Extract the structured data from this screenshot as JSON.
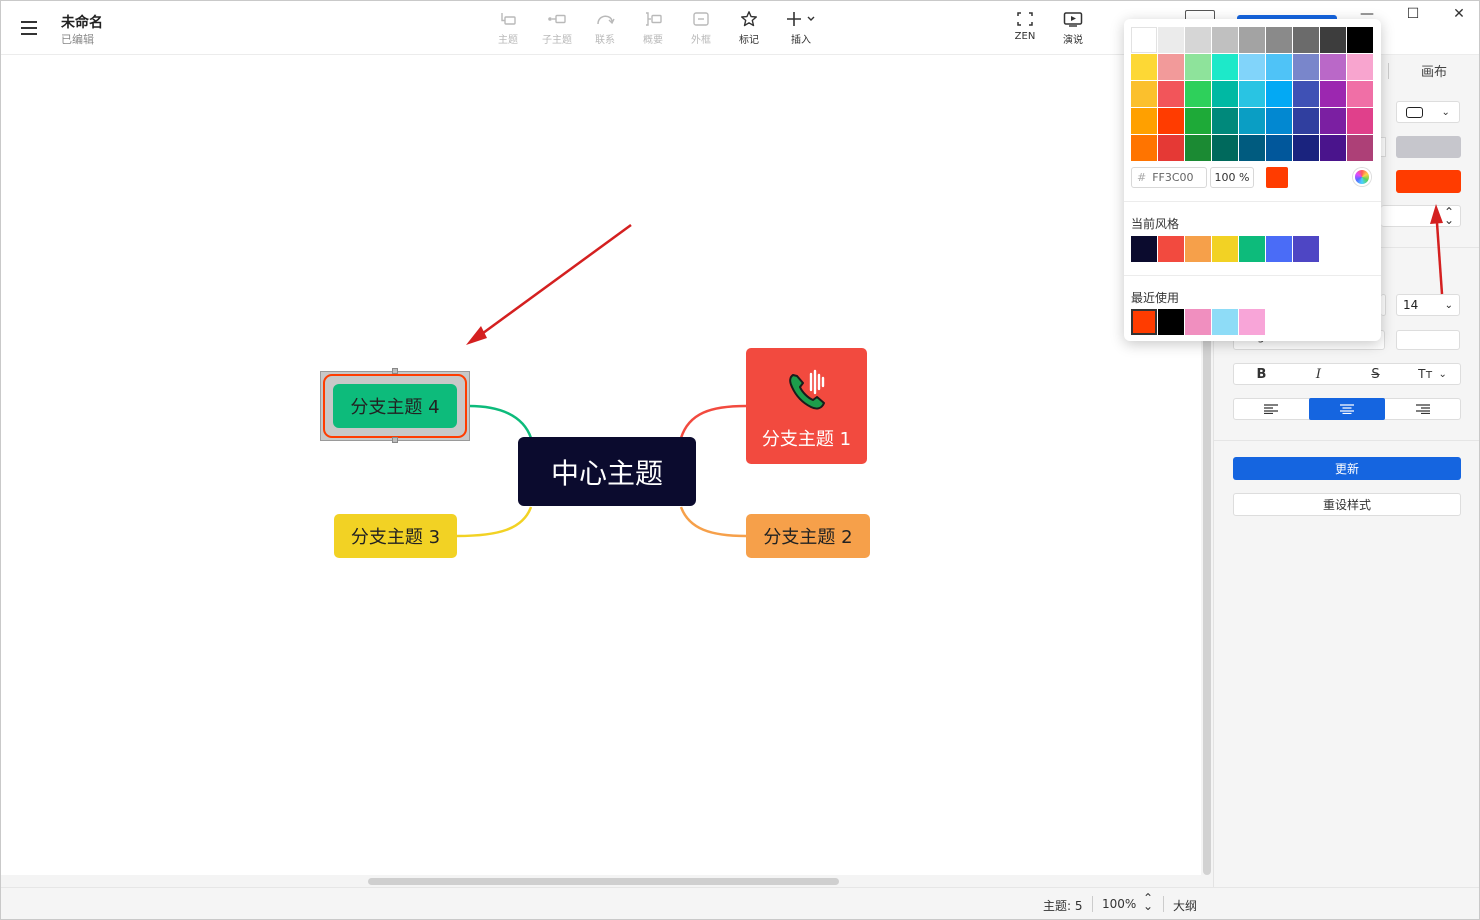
{
  "window": {
    "doc_title": "未命名",
    "doc_status": "已编辑",
    "minimize": "—",
    "maximize": "☐",
    "close": "✕"
  },
  "toolbar": {
    "topic": "主题",
    "subtopic": "子主题",
    "relationship": "联系",
    "summary": "概要",
    "boundary": "外框",
    "marker": "标记",
    "insert": "插入",
    "zen": "ZEN",
    "present": "演说"
  },
  "canvas": {
    "central_topic": "中心主题",
    "branch_1": "分支主题 1",
    "branch_2": "分支主题 2",
    "branch_3": "分支主题 3",
    "branch_4": "分支主题 4",
    "colors": {
      "central": "#0b0b2e",
      "branch_1": "#f24a3f",
      "branch_2": "#f6a04a",
      "branch_3": "#f2d224",
      "branch_4": "#0dbb7b",
      "selected_border": "#ff3c00"
    }
  },
  "panel": {
    "tab_canvas": "画布",
    "font_size": "14",
    "font_weight": "Regular",
    "bold": "B",
    "italic": "I",
    "strike": "S",
    "text_case": "Tт",
    "update_button": "更新",
    "reset_button": "重设样式",
    "fill_color": "#ff3c00",
    "border_color": "#c6c6cc"
  },
  "color_picker": {
    "hex_prefix": "#",
    "hex_value": "FF3C00",
    "alpha": "100 %",
    "current_color": "#ff3c00",
    "current_style_title": "当前风格",
    "recent_title": "最近使用",
    "grid": [
      [
        "#ffffff",
        "#ebebeb",
        "#d6d6d6",
        "#c0c0c0",
        "#a3a3a3",
        "#8a8a8a",
        "#6b6b6b",
        "#3d3d3d",
        "#000000"
      ],
      [
        "#fdd835",
        "#f29a9a",
        "#8ee39b",
        "#1de9c9",
        "#81d4fa",
        "#4fc3f7",
        "#7986cb",
        "#ba68c8",
        "#f8a5cf"
      ],
      [
        "#fbc02d",
        "#f2555a",
        "#2ed05b",
        "#00b9a3",
        "#29c4e3",
        "#03a9f4",
        "#3f51b5",
        "#9c27b0",
        "#f06fa6"
      ],
      [
        "#ffa000",
        "#ff3c00",
        "#1eaa38",
        "#00897b",
        "#0a9ec4",
        "#0288d1",
        "#303f9f",
        "#7b1fa2",
        "#e0408b"
      ],
      [
        "#ff7400",
        "#e53935",
        "#1b8a33",
        "#00695c",
        "#005b7f",
        "#01579b",
        "#1a237e",
        "#4a148c",
        "#ad4077"
      ]
    ],
    "current_style": [
      "#0b0b2e",
      "#f24a3f",
      "#f6a04a",
      "#f2d224",
      "#0dbb7b",
      "#4a6cf7",
      "#4e46c4"
    ],
    "recent": [
      "#ff3c00",
      "#000000",
      "#f08fbf",
      "#8edcf7",
      "#f8a5d8"
    ]
  },
  "statusbar": {
    "topic_count": "主题: 5",
    "zoom": "100%",
    "outline": "大纲"
  }
}
